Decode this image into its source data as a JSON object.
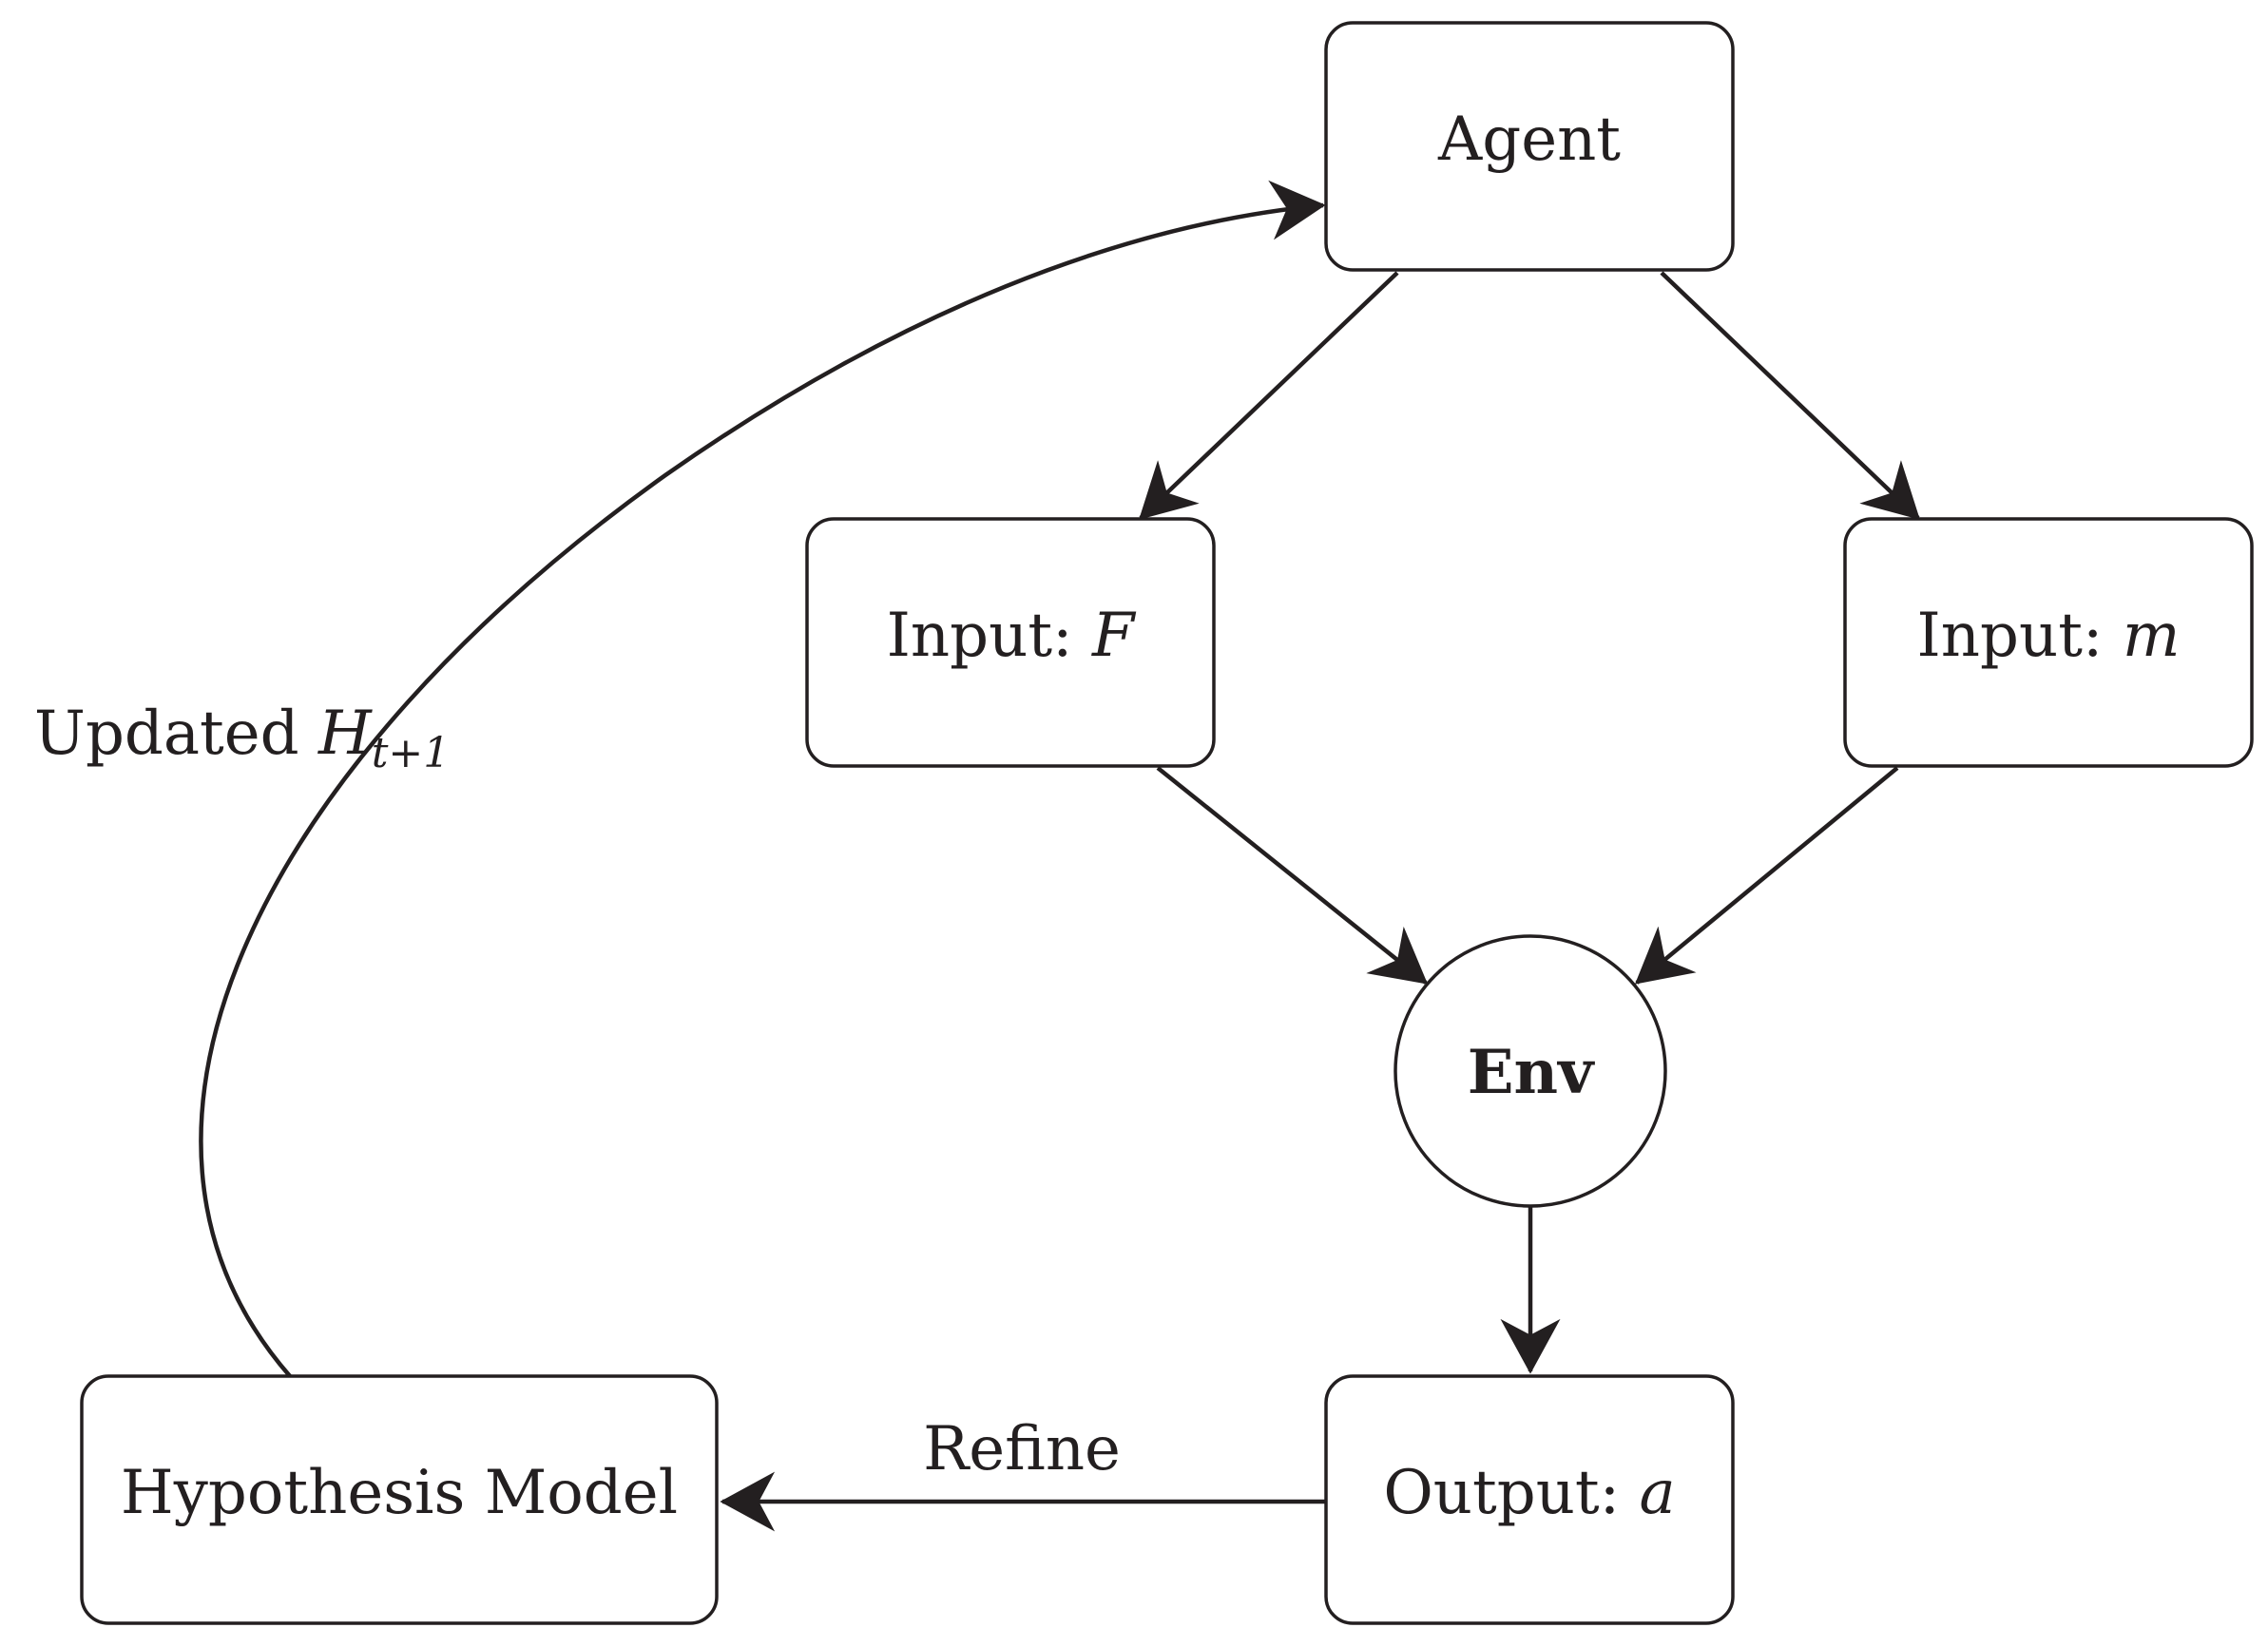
{
  "nodes": {
    "agent": {
      "label": "Agent"
    },
    "input_f": {
      "label": "Input: ",
      "var": "F"
    },
    "input_m": {
      "label": "Input: ",
      "var": "m"
    },
    "env": {
      "label": "Env"
    },
    "output_a": {
      "label": "Output: ",
      "var": "a"
    },
    "hypothesis": {
      "label": "Hypothesis Model"
    }
  },
  "edges": {
    "refine": {
      "label": "Refine"
    },
    "update": {
      "label": "Updated ",
      "var": "H",
      "sub": "t+1"
    }
  },
  "colors": {
    "ink": "#231f20",
    "background": "#ffffff"
  }
}
